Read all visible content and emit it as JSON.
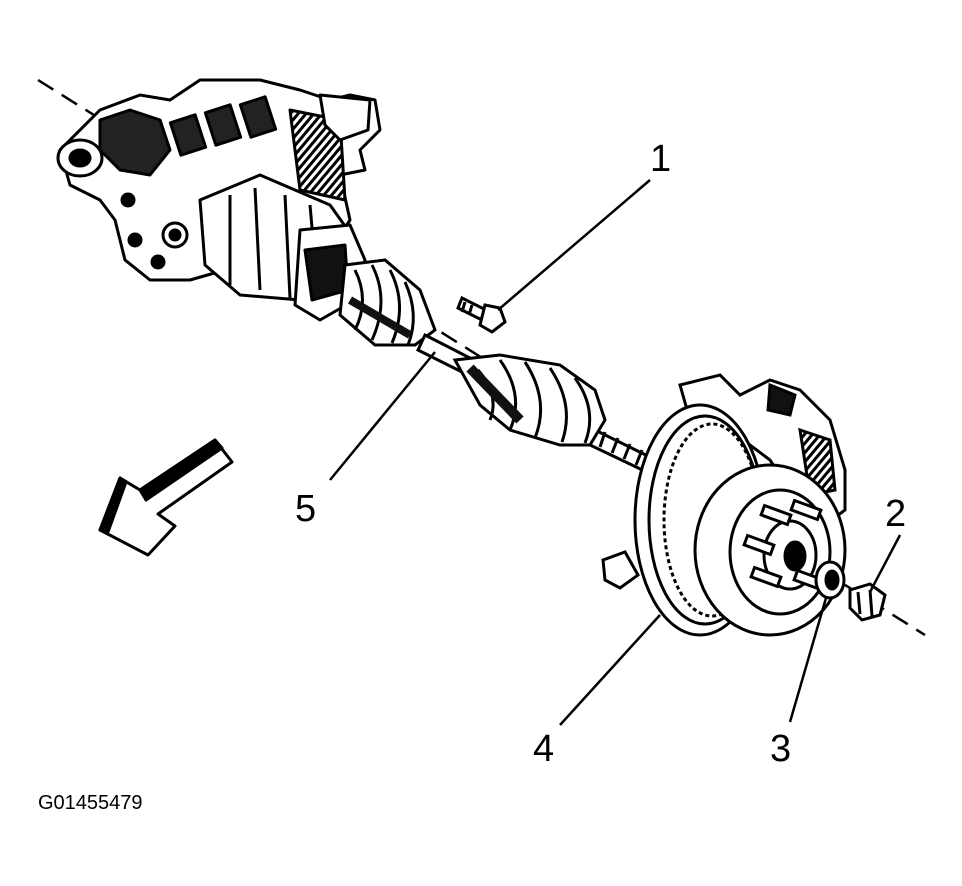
{
  "figure": {
    "id": "G01455479"
  },
  "callouts": {
    "c1": "1",
    "c2": "2",
    "c3": "3",
    "c4": "4",
    "c5": "5"
  },
  "icons": {
    "direction": "front-direction-arrow-icon"
  },
  "colors": {
    "ink": "#000000",
    "paper": "#ffffff"
  }
}
